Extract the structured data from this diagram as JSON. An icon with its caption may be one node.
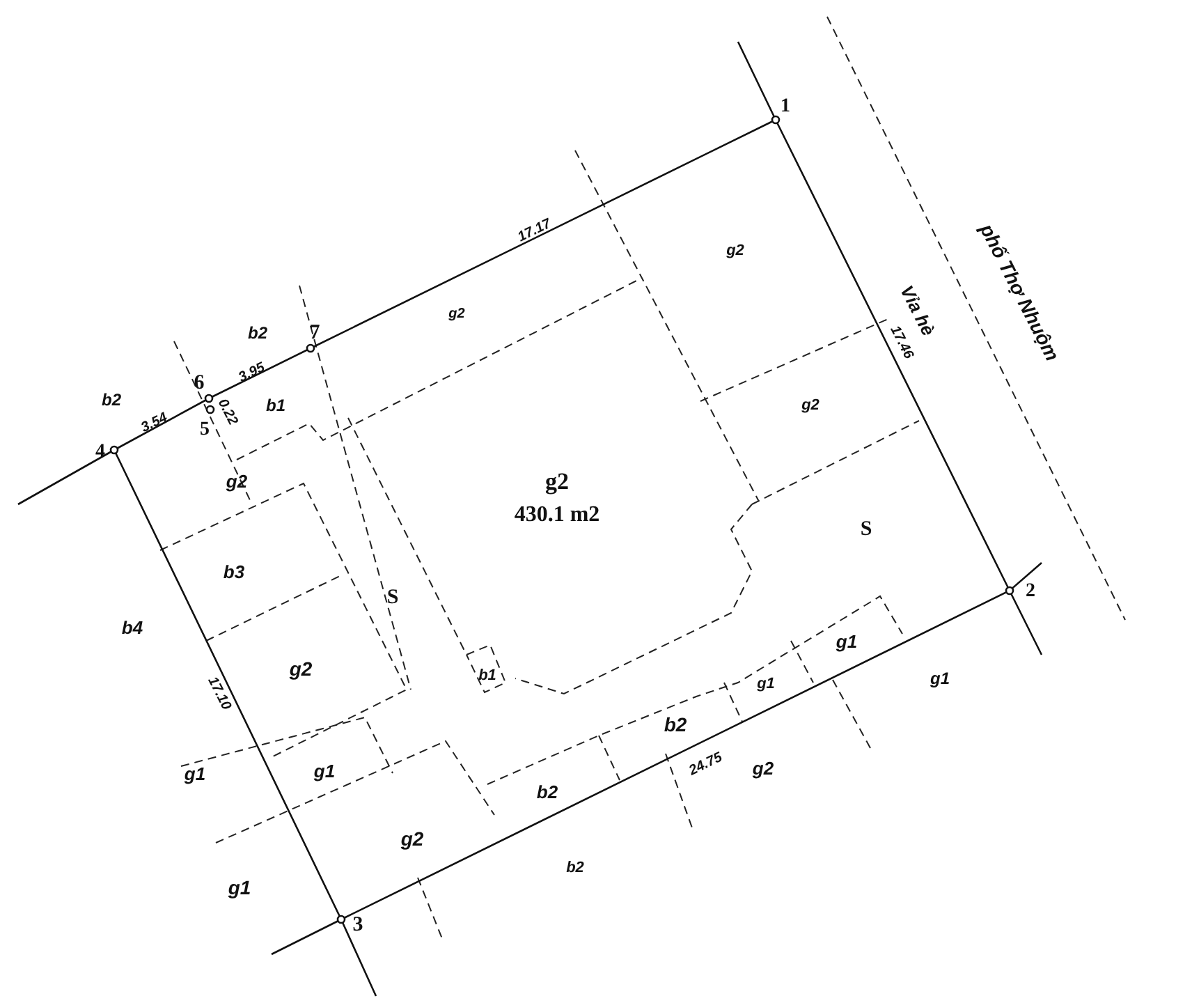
{
  "diagram": {
    "labels": [
      "1",
      "17.17",
      "g2",
      "phố Thợ Nhuộm",
      "g2",
      "b2",
      "7",
      "Vỉa hè",
      "17.46",
      "b2",
      "6",
      "3.95",
      "b1",
      "g2",
      "0.22",
      "5",
      "3.54",
      "4",
      "g2",
      "g2",
      "430.1 m2",
      "S",
      "b3",
      "2",
      "S",
      "b4",
      "g2",
      "g1",
      "b1",
      "g1",
      "g1",
      "17.10",
      "b2",
      "g1",
      "g1",
      "24.75",
      "g2",
      "b2",
      "g2",
      "b2",
      "g1",
      "3"
    ]
  }
}
